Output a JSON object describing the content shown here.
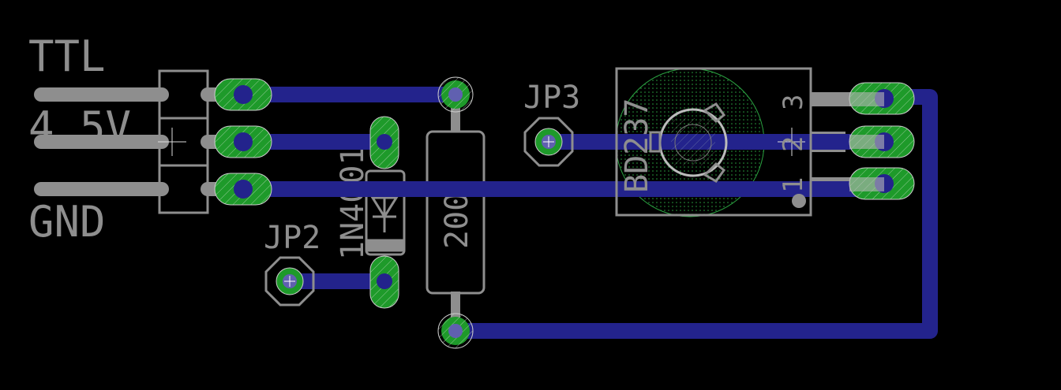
{
  "board": {
    "colors": {
      "trace": "#23238c",
      "pad": "#1e9a2a",
      "silk": "#8e8e8e",
      "background": "#000000",
      "drill": "#23238c"
    },
    "header_labels": {
      "ttl": "TTL",
      "v45": "4.5V",
      "gnd": "GND"
    },
    "jumpers": {
      "jp2": "JP2",
      "jp3": "JP3"
    },
    "diode": {
      "name": "1N4001"
    },
    "resistor": {
      "value": "200"
    },
    "transistor": {
      "name": "BD237",
      "pins": [
        "1",
        "2",
        "3"
      ]
    }
  }
}
